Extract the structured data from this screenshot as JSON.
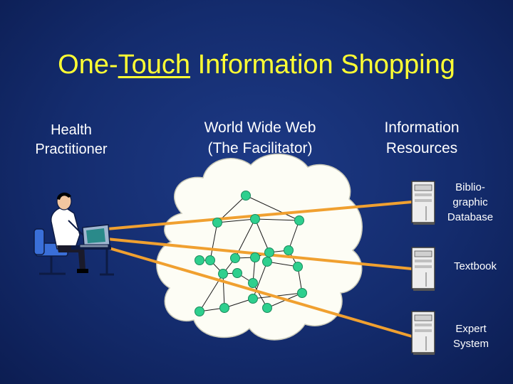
{
  "title": {
    "prefix": "One-",
    "underlined": "Touch",
    "suffix": " Information Shopping"
  },
  "columns": {
    "left": "Health\nPractitioner",
    "middle": "World Wide Web\n(The Facilitator)",
    "right": "Information\nResources"
  },
  "resources": [
    {
      "label": "Biblio-\ngraphic\nDatabase"
    },
    {
      "label": "Textbook"
    },
    {
      "label": "Expert\nSystem"
    }
  ],
  "colors": {
    "background": "#142c6e",
    "title": "#ffff33",
    "connection": "#f0a030",
    "node": "#2ecf8e",
    "cloud": "#fdfdf5",
    "text": "#ffffff"
  },
  "icons": [
    "person-at-computer-icon",
    "cloud-icon",
    "server-icon"
  ]
}
